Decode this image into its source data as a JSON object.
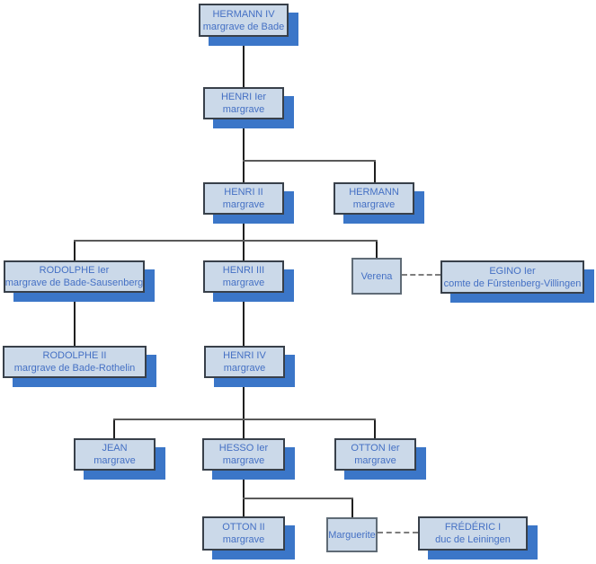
{
  "diagram_type": "family-tree",
  "colors": {
    "node_fill": "#cbd9e9",
    "node_border": "#38404a",
    "spouse_border": "#5f6b76",
    "node_shadow": "#3b76c8",
    "text": "#4470c4",
    "connector_vertical": "#1f1f1f",
    "connector_horizontal": "#595959",
    "marriage_dash": "#7d7d7d"
  },
  "nodes": [
    {
      "name": "HERMANN IV",
      "title": "margrave de Bade"
    },
    {
      "name": "HENRI Ier",
      "title": "margrave"
    },
    {
      "name": "HENRI II",
      "title": "margrave"
    },
    {
      "name": "HERMANN",
      "title": "margrave"
    },
    {
      "name": "RODOLPHE Ier",
      "title": "margrave de Bade-Sausenberg"
    },
    {
      "name": "HENRI III",
      "title": "margrave"
    },
    {
      "name": "Verena"
    },
    {
      "name": "EGINO Ier",
      "title": "comte de Fûrstenberg-Villingen"
    },
    {
      "name": "RODOLPHE II",
      "title": "margrave de Bade-Rothelin"
    },
    {
      "name": "HENRI IV",
      "title": "margrave"
    },
    {
      "name": "JEAN",
      "title": "margrave"
    },
    {
      "name": "HESSO Ier",
      "title": "margrave"
    },
    {
      "name": "OTTON Ier",
      "title": "margrave"
    },
    {
      "name": "OTTON II",
      "title": "margrave"
    },
    {
      "name": "Marguerite"
    },
    {
      "name": "FRÉDÉRIC I",
      "title": "duc de Leiningen"
    }
  ]
}
